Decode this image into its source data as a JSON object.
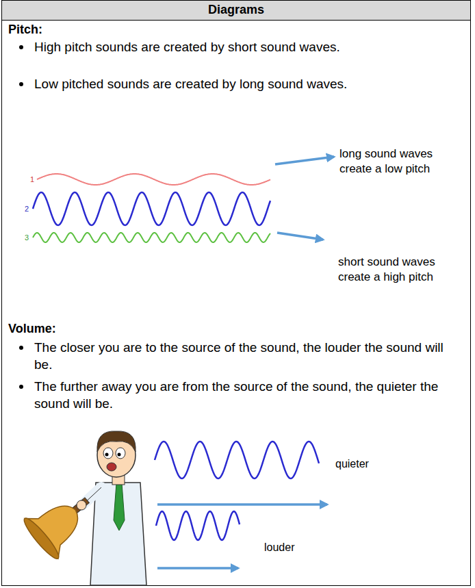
{
  "diagram": {
    "title": "Diagrams",
    "labels": [
      "Pitch:",
      "High pitch sounds are created by short sound waves.",
      "Low pitched sounds are created by long sound waves.",
      "1",
      "2",
      "3",
      "long sound waves create a low pitch",
      "short sound waves create a high pitch",
      "Volume:",
      "The closer you are to the source of the sound, the louder the sound will be.",
      "The further away you are from the source of the sound, the quieter the sound will be.",
      "quieter",
      "louder"
    ]
  }
}
